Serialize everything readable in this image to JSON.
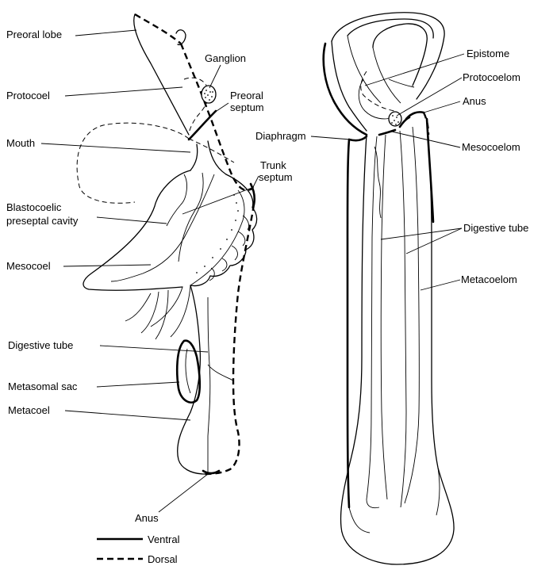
{
  "left_figure": {
    "labels": {
      "preoral_lobe": "Preoral lobe",
      "ganglion": "Ganglion",
      "protocoel": "Protocoel",
      "preoral_septum_1": "Preoral",
      "preoral_septum_2": "septum",
      "mouth": "Mouth",
      "trunk_septum_1": "Trunk",
      "trunk_septum_2": "septum",
      "blastocoelic_1": "Blastocoelic",
      "blastocoelic_2": "preseptal cavity",
      "mesocoel": "Mesocoel",
      "digestive_tube": "Digestive tube",
      "metasomal_sac": "Metasomal sac",
      "metacoel": "Metacoel",
      "anus": "Anus"
    }
  },
  "right_figure": {
    "labels": {
      "epistome": "Epistome",
      "protocoelom": "Protocoelom",
      "anus": "Anus",
      "diaphragm": "Diaphragm",
      "mesocoelom": "Mesocoelom",
      "digestive_tube": "Digestive tube",
      "metacoelom": "Metacoelom"
    }
  },
  "legend": {
    "ventral": "Ventral",
    "dorsal": "Dorsal"
  }
}
